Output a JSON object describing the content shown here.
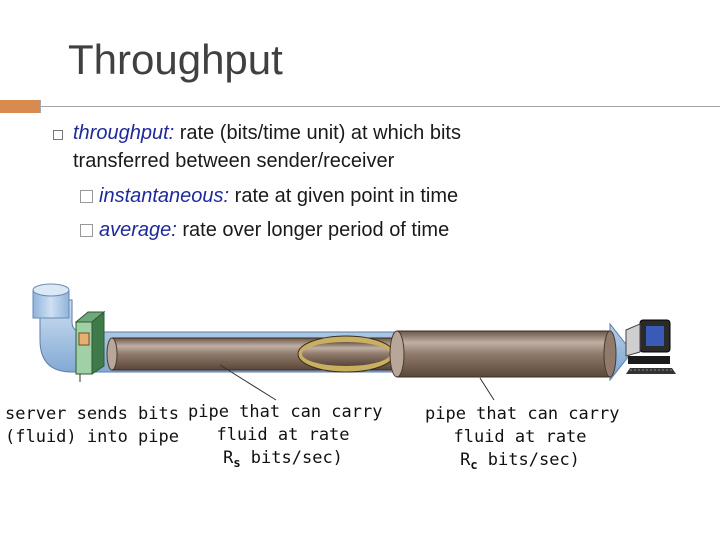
{
  "title": "Throughput",
  "bullet": {
    "term": "throughput:",
    "rest_line1": " rate (bits/time unit) at which bits",
    "line2": "transferred between sender/receiver"
  },
  "sub_bullets": [
    {
      "term": "instantaneous:",
      "rest": " rate at given point in time"
    },
    {
      "term": "average:",
      "rest": " rate over longer period of time"
    }
  ],
  "captions": {
    "server": {
      "line1": "server sends bits",
      "line2": "(fluid) into pipe"
    },
    "pipe_s": {
      "line1": "pipe that can carry",
      "line2": "fluid at rate",
      "line3_pre": "R",
      "line3_sub": "s",
      "line3_post": " bits/sec)"
    },
    "pipe_c": {
      "line1": "pipe that can carry",
      "line2": "fluid at rate",
      "line3_pre": "R",
      "line3_sub": "c",
      "line3_post": " bits/sec)"
    }
  },
  "icons": [
    "server-icon",
    "computer-icon"
  ],
  "colors": {
    "accent": "#d98a4e",
    "term": "#1f2a9a",
    "pipe": "#8a7565",
    "arrow": "#8fb4dc"
  }
}
